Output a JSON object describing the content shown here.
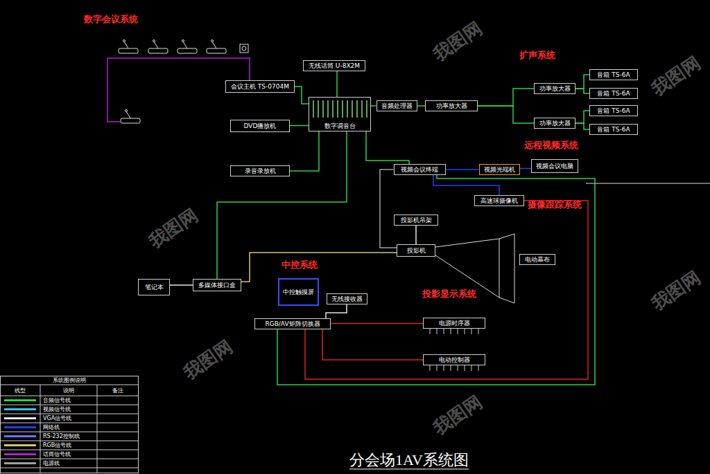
{
  "diagram": {
    "title": "分会场1AV系统图",
    "nodes": [
      {
        "text": [
          "会议主机 TS-0704M"
        ]
      },
      {
        "text": [
          "DVD播放机"
        ]
      },
      {
        "text": [
          "数字调音台"
        ]
      },
      {
        "text": [
          "无线话筒 U-8X2M"
        ]
      },
      {
        "text": [
          "录音录放机"
        ]
      },
      {
        "text": [
          "音频处理器"
        ]
      },
      {
        "text": [
          "功率放大器"
        ]
      },
      {
        "text": [
          "功率放大器"
        ]
      },
      {
        "text": [
          "功率放大器"
        ]
      },
      {
        "text": [
          "音箱 TS-6A"
        ]
      },
      {
        "text": [
          "音箱 TS-6A"
        ]
      },
      {
        "text": [
          "音箱 TS-6A"
        ]
      },
      {
        "text": [
          "音箱 TS-6A"
        ]
      },
      {
        "text": [
          "视频会议终端"
        ]
      },
      {
        "text": [
          "视频光端机"
        ]
      },
      {
        "text": [
          "视频会议电脑"
        ]
      },
      {
        "text": [
          "高速球摄像机"
        ]
      },
      {
        "text": [
          "投影机吊架"
        ]
      },
      {
        "text": [
          "投影机"
        ]
      },
      {
        "text": [
          "电动幕布"
        ]
      },
      {
        "text": [
          "多媒体接口盒"
        ]
      },
      {
        "text": [
          "笔记本"
        ]
      },
      {
        "text": [
          "中控触摸屏"
        ]
      },
      {
        "text": [
          "无线接收器"
        ]
      },
      {
        "text": [
          "RGB/AV矩阵切换器"
        ]
      },
      {
        "text": [
          "电源时序器"
        ]
      },
      {
        "text": [
          "电动控制器"
        ]
      }
    ],
    "edges": [
      {
        "from": 0,
        "to": 2,
        "arrow": "none"
      },
      {
        "from": 1,
        "to": 2,
        "arrow": "none"
      },
      {
        "from": 3,
        "to": 2,
        "arrow": "none"
      },
      {
        "from": 4,
        "to": 2,
        "arrow": "none"
      },
      {
        "from": 2,
        "to": 5,
        "arrow": "none"
      },
      {
        "from": 5,
        "to": 6,
        "arrow": "none"
      },
      {
        "from": 6,
        "to": 7,
        "arrow": "none"
      },
      {
        "from": 6,
        "to": 8,
        "arrow": "none"
      },
      {
        "from": 7,
        "to": 9,
        "arrow": "none"
      },
      {
        "from": 7,
        "to": 10,
        "arrow": "none"
      },
      {
        "from": 8,
        "to": 11,
        "arrow": "none"
      },
      {
        "from": 8,
        "to": 12,
        "arrow": "none"
      },
      {
        "from": 2,
        "to": 13,
        "arrow": "none"
      },
      {
        "from": 13,
        "to": 14,
        "arrow": "none"
      },
      {
        "from": 14,
        "to": 15,
        "arrow": "none"
      },
      {
        "from": 13,
        "to": 16,
        "arrow": "none"
      },
      {
        "from": 2,
        "to": 20,
        "arrow": "none"
      },
      {
        "from": 20,
        "to": 21,
        "arrow": "none"
      },
      {
        "from": 20,
        "to": 18,
        "arrow": "none"
      },
      {
        "from": 13,
        "to": 18,
        "arrow": "none"
      },
      {
        "from": 17,
        "to": 18,
        "arrow": "none"
      },
      {
        "from": 24,
        "to": 25,
        "arrow": "none"
      },
      {
        "from": 24,
        "to": 26,
        "arrow": "none"
      },
      {
        "from": 24,
        "to": 16,
        "arrow": "none"
      },
      {
        "from": 24,
        "to": 13,
        "arrow": "none"
      },
      {
        "from": 23,
        "to": 24,
        "arrow": "none"
      }
    ],
    "labels": [
      "数字会议系统",
      "扩声系统",
      "远程视频系统",
      "摄像跟踪系统",
      "中控系统",
      "投影显示系统",
      "系统图例说明",
      "线型",
      "说明",
      "备注",
      "我图网",
      "我图网",
      "我图网",
      "我图网",
      "我图网",
      "我图网"
    ],
    "legend": [
      {
        "text": "音频信号线",
        "color": "#2bd24b"
      },
      {
        "text": "视频信号线",
        "color": "#37c8e6"
      },
      {
        "text": "VGA信号线",
        "color": "#e8e8e8"
      },
      {
        "text": "网络线",
        "color": "#2040ff"
      },
      {
        "text": "RS-232控制线",
        "color": "#7070ff"
      },
      {
        "text": "RGB信号线",
        "color": "#d8c860"
      },
      {
        "text": "话筒信号线",
        "color": "#b020d0"
      },
      {
        "text": "电源线",
        "color": "#a0a0a0"
      }
    ]
  }
}
